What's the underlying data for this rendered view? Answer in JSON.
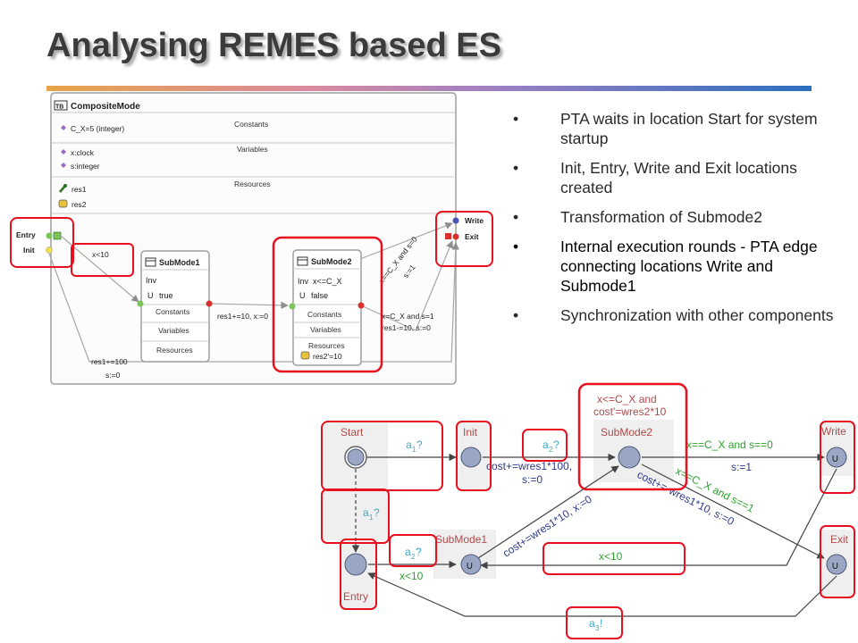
{
  "slide": {
    "title": "Analysing REMES based ES",
    "bullet_char": "•",
    "bullets": [
      "PTA waits in location Start for system startup",
      "Init, Entry, Write and Exit locations created",
      "Transformation of Submode2",
      "Internal execution rounds - PTA edge connecting locations Write and Submode1",
      "Synchronization with other components"
    ]
  },
  "remes": {
    "composite_title": "CompositeMode",
    "composite_icon": "TB",
    "constants_header": "Constants",
    "constant": "C_X=5 (integer)",
    "variables_header": "Variables",
    "variables": [
      "x:clock",
      "s:integer"
    ],
    "resources_header": "Resources",
    "resources": [
      "res1",
      "res2"
    ],
    "entry": "Entry",
    "init": "Init",
    "write": "Write",
    "exit": "Exit",
    "guard_x10": "x<10",
    "submode1": {
      "name": "SubMode1",
      "inv": "Inv",
      "inv_value": "true",
      "sections": [
        "Constants",
        "Variables",
        "Resources"
      ]
    },
    "submode2": {
      "name": "SubMode2",
      "inv": "Inv",
      "inv_guard": "x<=C_X",
      "inv_value": "false",
      "sections": [
        "Constants",
        "Variables",
        "Resources"
      ],
      "resource_value": "res2'=10"
    },
    "edge_res1_10": "res1+=10, x:=0",
    "edge_res1_100": "res1+=100",
    "edge_s0": "s:=0",
    "edge_write_guard": "x==C_X and s=0",
    "edge_write_update": "s:=1",
    "edge_exit_guard": "x=C_X and s=1",
    "edge_exit_update": "res1-=10, s:=0",
    "u_symbol": "U"
  },
  "pta": {
    "start": "Start",
    "init": "Init",
    "entry": "Entry",
    "submode1": "SubMode1",
    "submode2": "SubMode2",
    "write": "Write",
    "exit": "Exit",
    "inv_line1": "x<=C_X and",
    "inv_line2": "cost'=wres2*10",
    "a1": "a",
    "a1_sub": "1",
    "q": "?",
    "bang": "!",
    "sub2": "2",
    "sub3": "3",
    "cost100": "cost+=wres1*100,",
    "s0": "s:=0",
    "diag_up": "cost+=wres1*10, x:=0",
    "diag_down": "cost+=-wres1*10, s:=0",
    "write_guard": "x==C_X and s==0",
    "s1": "s:=1",
    "exit_guard": "x==C_X and s==1",
    "x10": "x<10",
    "u": "∪",
    "colors": {
      "highlight": "#e8101e",
      "guard": "#2fa02f",
      "sync": "#3fa9c9",
      "update": "#2d3a8c",
      "location": "#8e9fc0"
    }
  }
}
